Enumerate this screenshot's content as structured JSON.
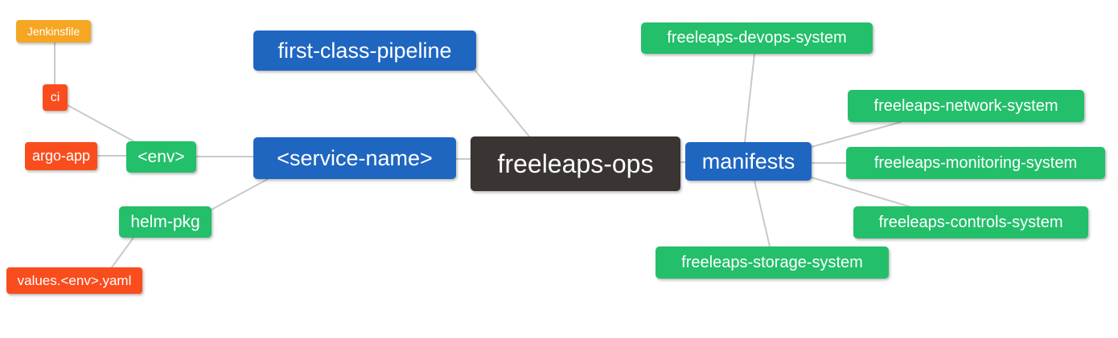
{
  "palette": {
    "root": "#3a3532",
    "blue": "#1f66c1",
    "green": "#23bf6a",
    "red": "#fa4d1e",
    "orange": "#f6a623",
    "edge": "#c9c9c9",
    "text": "#ffffff",
    "canvas_bg": "#ffffff"
  },
  "nodes": {
    "freeleaps_ops": {
      "label": "freeleaps-ops",
      "color": "root"
    },
    "first_class_pipeline": {
      "label": "first-class-pipeline",
      "color": "blue"
    },
    "service_name": {
      "label": "<service-name>",
      "color": "blue"
    },
    "manifests": {
      "label": "manifests",
      "color": "blue"
    },
    "env": {
      "label": "<env>",
      "color": "green"
    },
    "helm_pkg": {
      "label": "helm-pkg",
      "color": "green"
    },
    "ci": {
      "label": "ci",
      "color": "red"
    },
    "argo_app": {
      "label": "argo-app",
      "color": "red"
    },
    "values_env_yaml": {
      "label": "values.<env>.yaml",
      "color": "red"
    },
    "jenkinsfile": {
      "label": "Jenkinsfile",
      "color": "orange"
    },
    "devops_system": {
      "label": "freeleaps-devops-system",
      "color": "green"
    },
    "network_system": {
      "label": "freeleaps-network-system",
      "color": "green"
    },
    "monitoring_system": {
      "label": "freeleaps-monitoring-system",
      "color": "green"
    },
    "controls_system": {
      "label": "freeleaps-controls-system",
      "color": "green"
    },
    "storage_system": {
      "label": "freeleaps-storage-system",
      "color": "green"
    }
  },
  "edges": [
    {
      "from": "jenkinsfile",
      "to": "ci"
    },
    {
      "from": "ci",
      "to": "env"
    },
    {
      "from": "argo_app",
      "to": "env"
    },
    {
      "from": "env",
      "to": "service_name"
    },
    {
      "from": "helm_pkg",
      "to": "service_name"
    },
    {
      "from": "helm_pkg",
      "to": "values_env_yaml"
    },
    {
      "from": "first_class_pipeline",
      "to": "freeleaps_ops"
    },
    {
      "from": "service_name",
      "to": "freeleaps_ops"
    },
    {
      "from": "freeleaps_ops",
      "to": "manifests"
    },
    {
      "from": "manifests",
      "to": "devops_system"
    },
    {
      "from": "manifests",
      "to": "network_system"
    },
    {
      "from": "manifests",
      "to": "monitoring_system"
    },
    {
      "from": "manifests",
      "to": "controls_system"
    },
    {
      "from": "manifests",
      "to": "storage_system"
    }
  ]
}
